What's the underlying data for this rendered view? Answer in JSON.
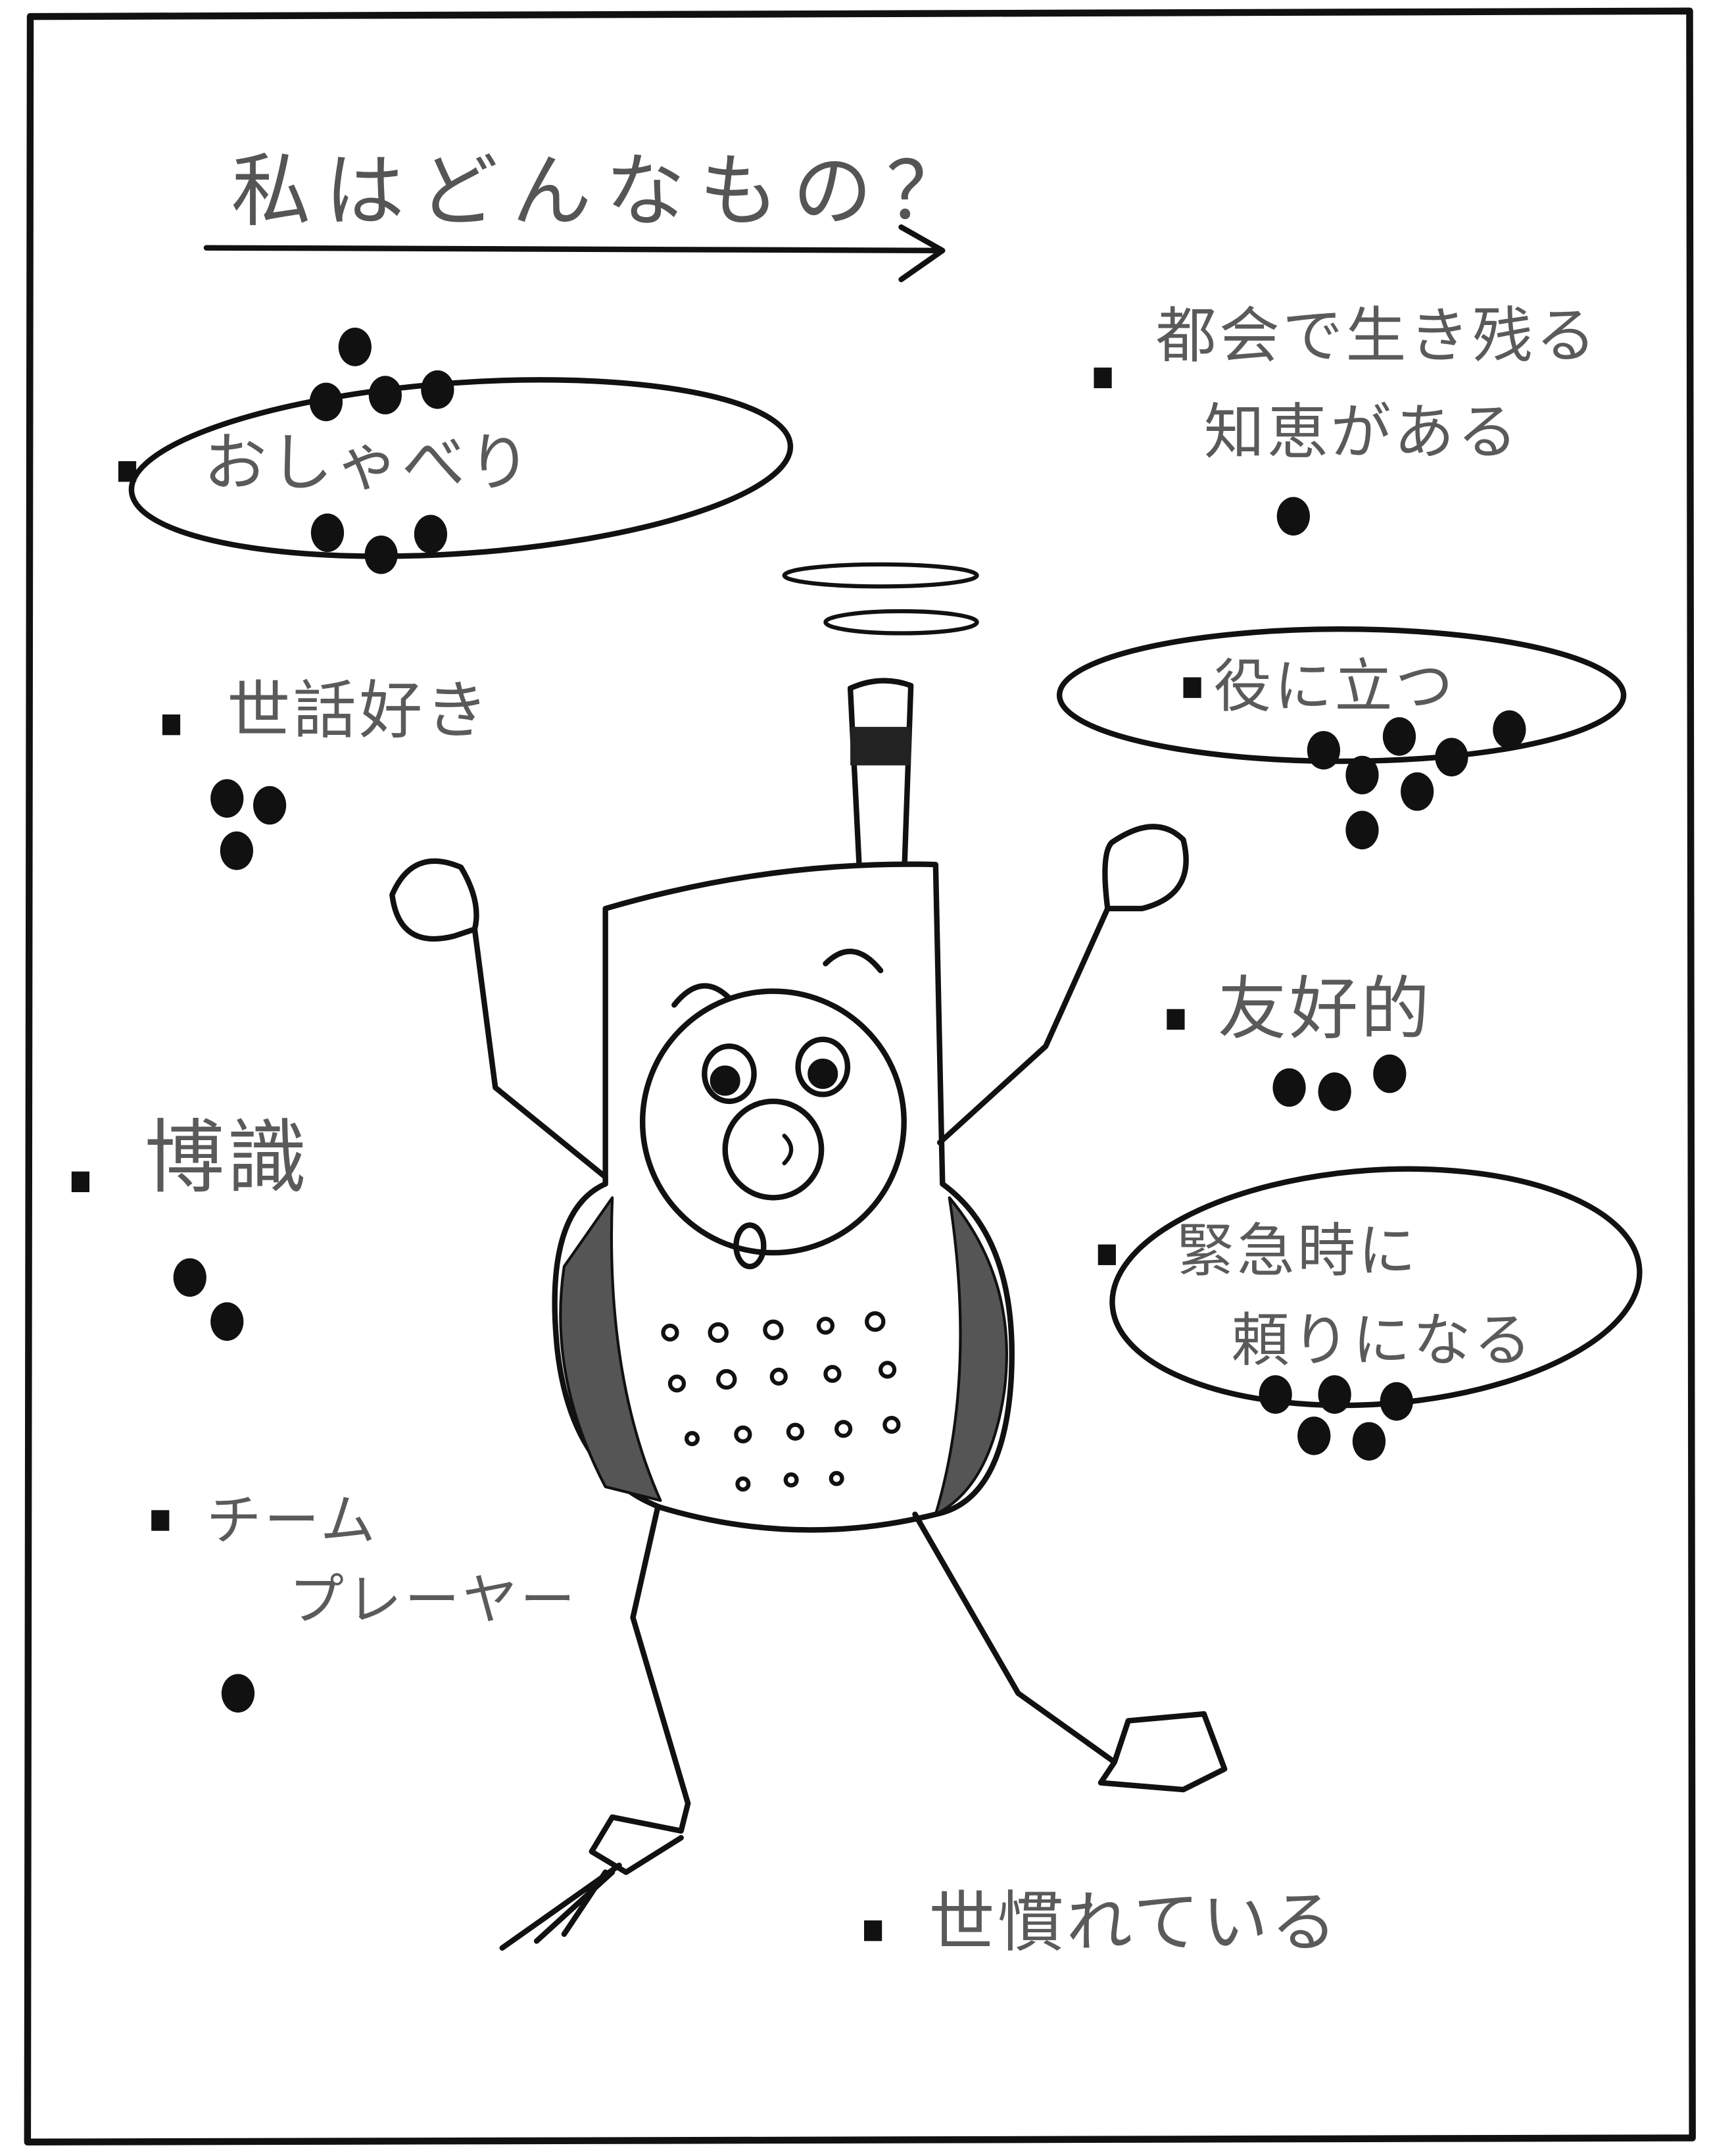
{
  "title": "私はどんなもの？",
  "traits": [
    {
      "label": "おしゃべり",
      "votes": 7,
      "circled": true
    },
    {
      "label": "世話好き",
      "votes": 3,
      "circled": false
    },
    {
      "label": "博識",
      "votes": 2,
      "circled": false
    },
    {
      "label_lines": [
        "チーム",
        "プレーヤー"
      ],
      "votes": 1,
      "circled": false
    },
    {
      "label_lines": [
        "都会で生き残る",
        "知恵がある"
      ],
      "votes": 1,
      "circled": false
    },
    {
      "label": "役に立つ",
      "votes": 7,
      "circled": true
    },
    {
      "label": "友好的",
      "votes": 3,
      "circled": false
    },
    {
      "label_lines": [
        "緊急時に",
        "頼りになる"
      ],
      "votes": 5,
      "circled": true
    },
    {
      "label": "世慣れている",
      "votes": 0,
      "circled": false
    }
  ],
  "colors": {
    "ink": "#111111",
    "pencil": "#5a5a5a",
    "paper": "#ffffff"
  }
}
